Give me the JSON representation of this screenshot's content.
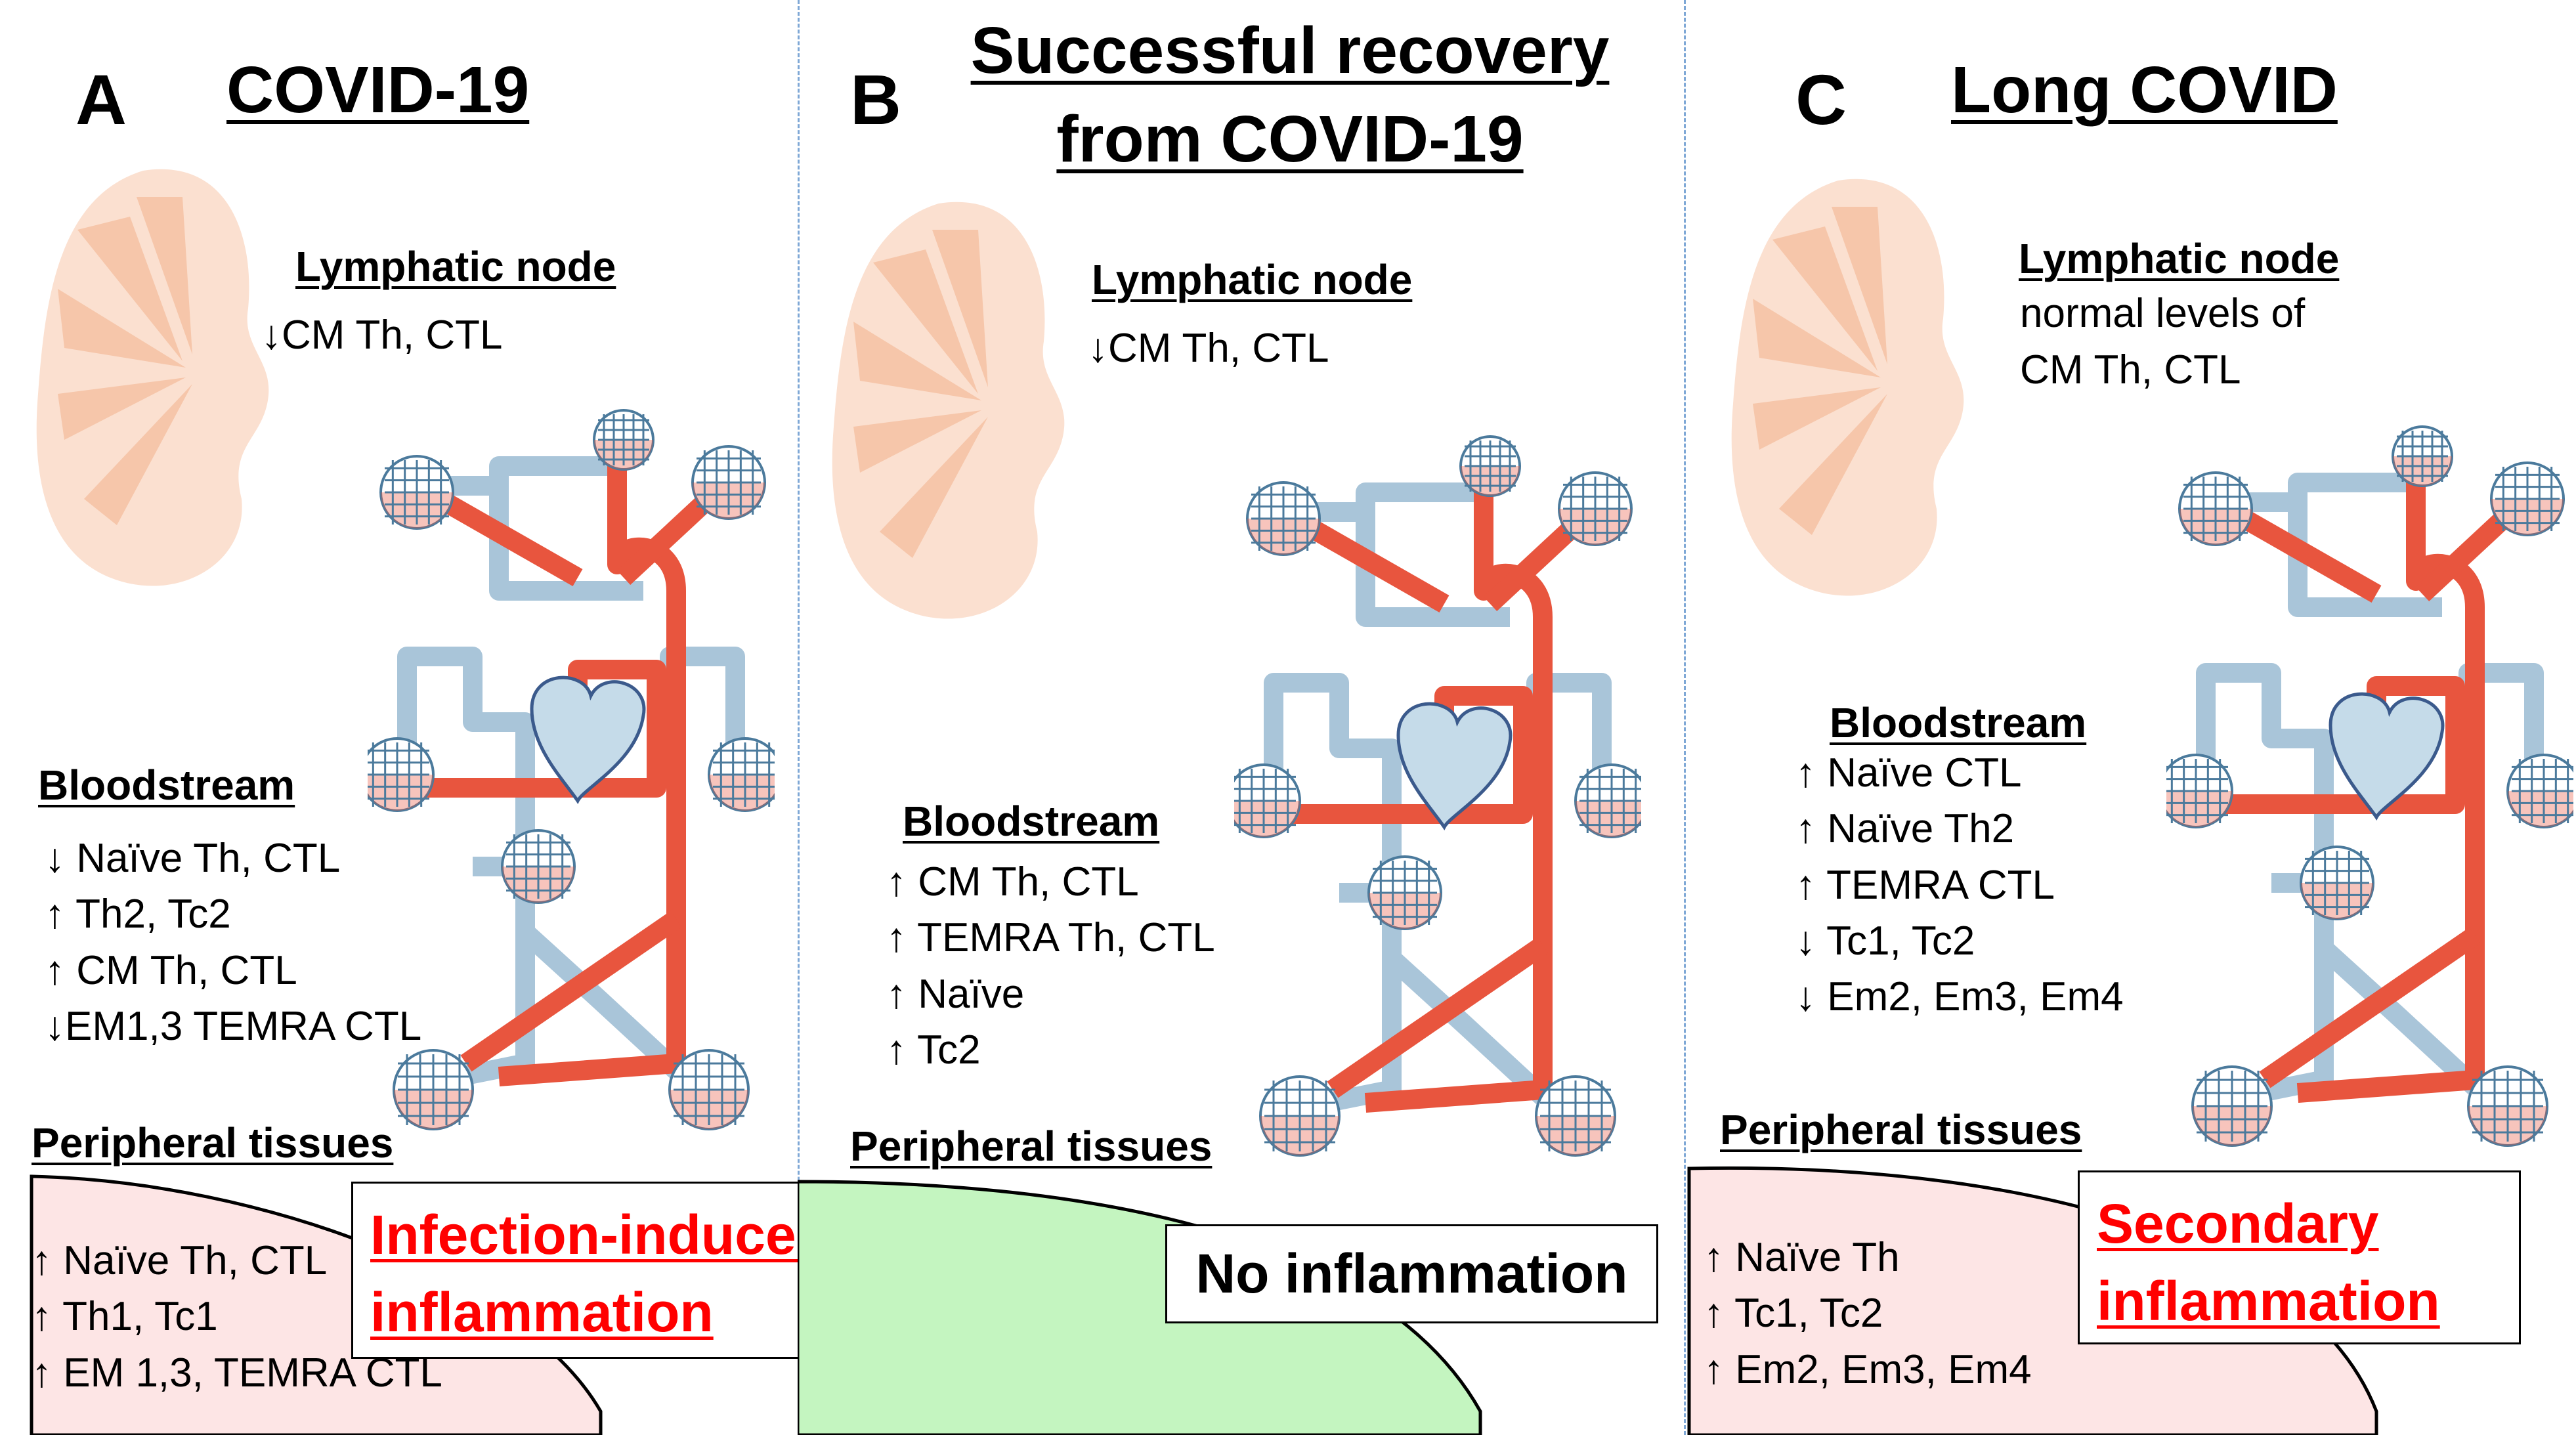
{
  "colors": {
    "node_fill": "#fbe0d0",
    "node_stripe": "#f6c6aa",
    "artery": "#e8553e",
    "vein": "#a9c5d9",
    "capillary_stroke": "#4b7a9c",
    "inflamed_tissue": "#fde5e5",
    "healthy_tissue": "#c4f5c0",
    "inflammation_text": "#ff0000",
    "divider": "#7fa8d6"
  },
  "panels": [
    {
      "letter": "A",
      "title": "COVID-19",
      "lymph_heading": "Lymphatic node",
      "lymph_lines": [
        "↓CM Th, CTL"
      ],
      "blood_heading": "Bloodstream",
      "blood_lines": [
        "↓ Naïve Th, CTL",
        "↑ Th2, Tc2",
        "↑ CM Th, CTL",
        "↓EM1,3 TEMRA CTL"
      ],
      "peripheral_heading": "Peripheral tissues",
      "peripheral_lines": [
        "↑ Naïve Th, CTL",
        "↑ Th1, Tc1",
        "↑ EM 1,3, TEMRA CTL"
      ],
      "status_lines": [
        "Infection-induced",
        "inflammation"
      ],
      "tissue_state": "inflamed"
    },
    {
      "letter": "B",
      "title_lines": [
        "Successful recovery",
        "from COVID-19"
      ],
      "lymph_heading": "Lymphatic node",
      "lymph_lines": [
        "↓CM Th, CTL"
      ],
      "blood_heading": "Bloodstream",
      "blood_lines": [
        "↑ CM Th, CTL",
        "↑ TEMRA Th, CTL",
        "↑ Naïve",
        "↑ Tc2"
      ],
      "peripheral_heading": "Peripheral tissues",
      "status": "No inflammation",
      "tissue_state": "healthy"
    },
    {
      "letter": "C",
      "title": "Long COVID",
      "lymph_heading": "Lymphatic node",
      "lymph_lines": [
        "normal levels of",
        "CM Th, CTL"
      ],
      "blood_heading": "Bloodstream",
      "blood_lines": [
        "↑ Naïve CTL",
        "↑ Naïve Th2",
        "↑ TEMRA CTL",
        "↓ Tc1, Tc2",
        "↓ Em2, Em3, Em4"
      ],
      "peripheral_heading": "Peripheral tissues",
      "peripheral_lines": [
        "↑ Naïve Th",
        "↑ Tc1, Tc2",
        "↑  Em2, Em3, Em4"
      ],
      "status_lines": [
        "Secondary",
        "inflammation"
      ],
      "tissue_state": "inflamed"
    }
  ]
}
